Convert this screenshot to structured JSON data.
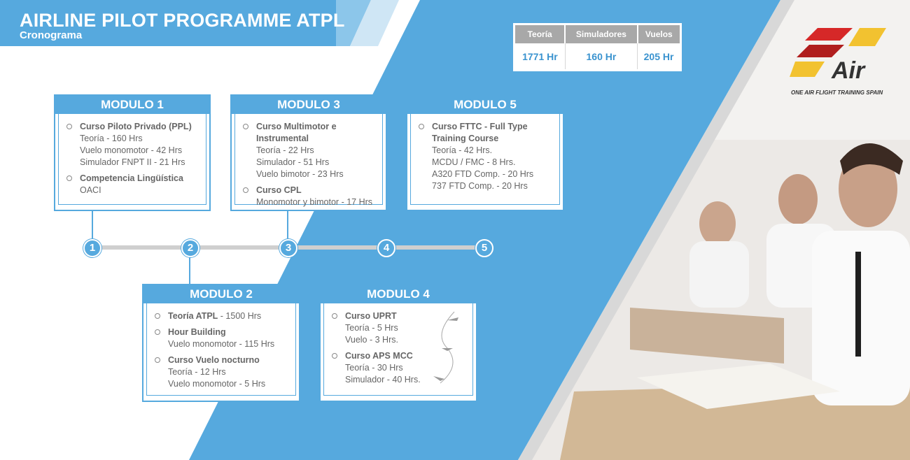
{
  "header": {
    "title": "AIRLINE PILOT PROGRAMME ATPL",
    "subtitle": "Cronograma"
  },
  "summary": {
    "headers": [
      "Teoría",
      "Simuladores",
      "Vuelos"
    ],
    "values": [
      "1771 Hr",
      "160 Hr",
      "205 Hr"
    ]
  },
  "brand": {
    "logo_text": "Air",
    "tagline": "ONE AIR FLIGHT TRAINING SPAIN"
  },
  "timeline": {
    "nodes": [
      "1",
      "2",
      "3",
      "4",
      "5"
    ]
  },
  "modules": [
    {
      "title": "MODULO 1",
      "items": [
        {
          "title": "Curso Piloto Privado (PPL)",
          "lines": [
            "Teoría - 160 Hrs",
            "Vuelo monomotor - 42 Hrs",
            "Simulador FNPT II - 21 Hrs"
          ]
        },
        {
          "title": "Competencia Lingüística",
          "suffix": " OACI",
          "lines": []
        }
      ]
    },
    {
      "title": "MODULO 2",
      "items": [
        {
          "title": "Teoría ATPL",
          "suffix": " - 1500 Hrs",
          "lines": []
        },
        {
          "title": "Hour Building",
          "lines": [
            "Vuelo monomotor - 115 Hrs"
          ]
        },
        {
          "title": "Curso Vuelo nocturno",
          "lines": [
            "Teoría - 12 Hrs",
            "Vuelo monomotor - 5 Hrs"
          ]
        }
      ]
    },
    {
      "title": "MODULO 3",
      "items": [
        {
          "title": "Curso Multimotor e Instrumental",
          "lines": [
            "Teoría - 22 Hrs",
            "Simulador - 51 Hrs",
            "Vuelo bimotor - 23 Hrs"
          ]
        },
        {
          "title": "Curso CPL",
          "lines": [
            "Monomotor y bimotor - 17 Hrs"
          ]
        }
      ]
    },
    {
      "title": "MODULO 4",
      "items": [
        {
          "title": "Curso UPRT",
          "lines": [
            "Teoría - 5 Hrs",
            "Vuelo - 3 Hrs."
          ]
        },
        {
          "title": "Curso APS MCC",
          "lines": [
            "Teoría - 30 Hrs",
            "Simulador - 40 Hrs."
          ]
        }
      ]
    },
    {
      "title": "MODULO 5",
      "items": [
        {
          "title": "Curso FTTC - Full Type Training Course",
          "lines": [
            "Teoría - 42 Hrs.",
            "MCDU / FMC - 8 Hrs.",
            "A320 FTD Comp. - 20 Hrs",
            "737 FTD Comp. - 20 Hrs"
          ]
        }
      ]
    }
  ],
  "colors": {
    "accent": "#56a9de",
    "dark_blue": "#3a93cf",
    "grey": "#a8a8a8",
    "logo_red": "#d62828",
    "logo_yellow": "#f2c230"
  }
}
